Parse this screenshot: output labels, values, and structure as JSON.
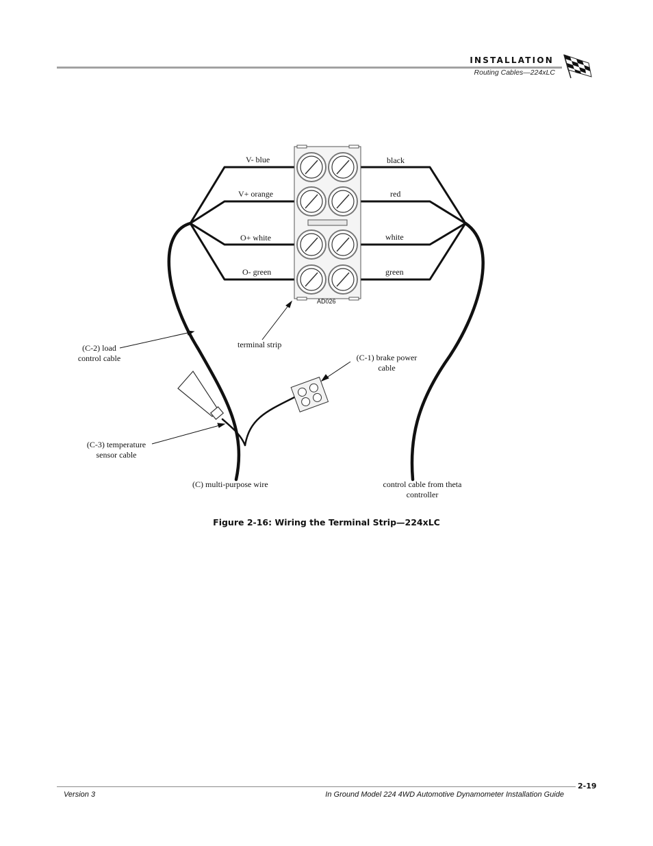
{
  "header": {
    "section": "INSTALLATION",
    "subsection": "Routing Cables—224xLC"
  },
  "figure": {
    "left_labels": [
      "V- blue",
      "V+ orange",
      "O+ white",
      "O- green"
    ],
    "right_labels": [
      "black",
      "red",
      "white",
      "green"
    ],
    "strip_code": "AD026",
    "terminal_strip": "terminal strip",
    "load_cable": [
      "(C-2) load",
      "control cable"
    ],
    "brake_cable": [
      "(C-1) brake power",
      "cable"
    ],
    "temp_cable": [
      "(C-3) temperature",
      "sensor cable"
    ],
    "multi_wire": "(C) multi-purpose wire",
    "theta_cable": [
      "control cable from theta",
      "controller"
    ],
    "caption": "Figure 2-16: Wiring the Terminal Strip—224xLC"
  },
  "footer": {
    "version": "Version 3",
    "page": "2-19",
    "title": "In Ground Model 224 4WD Automotive Dynamometer Installation Guide"
  }
}
